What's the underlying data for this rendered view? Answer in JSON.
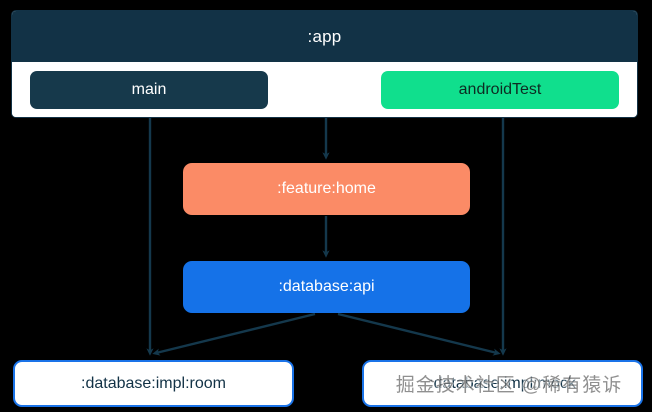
{
  "diagram": {
    "type": "module-dependency-graph",
    "background_color": "#000000",
    "container": {
      "title": ":app",
      "header_color": "#123246",
      "body_color": "#ffffff",
      "source_sets": [
        {
          "label": "main",
          "color": "#16394b",
          "text_color": "#ffffff"
        },
        {
          "label": "androidTest",
          "color": "#10df8d",
          "text_color": "#0d2b22"
        }
      ]
    },
    "nodes": [
      {
        "id": "feature-home",
        "label": ":feature:home",
        "color": "#fb8b66",
        "text_color": "#ffffff"
      },
      {
        "id": "database-api",
        "label": ":database:api",
        "color": "#1572e8",
        "text_color": "#ffffff"
      },
      {
        "id": "database-impl-room",
        "label": ":database:impl:room",
        "color": "#ffffff",
        "border_color": "#1a73e8",
        "text_color": "#123246"
      },
      {
        "id": "database-impl-mock",
        "label": ":database:impl:mock",
        "color": "#ffffff",
        "border_color": "#1a73e8",
        "text_color": "#123246"
      }
    ],
    "edges": [
      {
        "from": "app:main",
        "to": "database-impl-room"
      },
      {
        "from": "app:main",
        "to": "feature-home"
      },
      {
        "from": "app:androidTest",
        "to": "database-impl-mock"
      },
      {
        "from": "feature-home",
        "to": "database-api"
      },
      {
        "from": "database-api",
        "to": "database-impl-room"
      },
      {
        "from": "database-api",
        "to": "database-impl-mock"
      }
    ],
    "edge_color": "#14384c",
    "watermark": "掘金技术社区 @稀有猿诉"
  }
}
